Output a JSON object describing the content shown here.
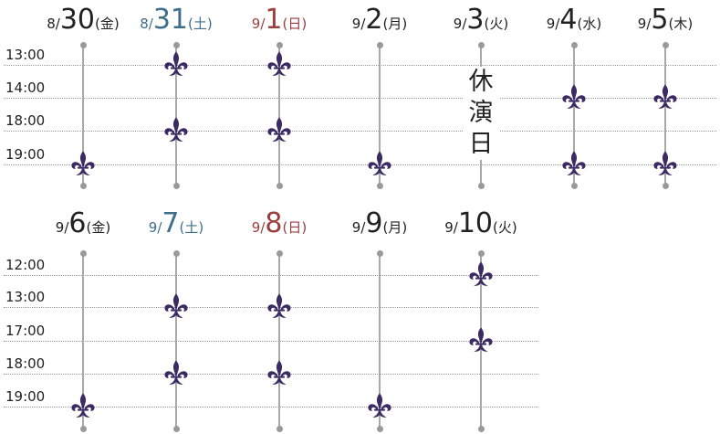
{
  "weeks": [
    {
      "times": [
        "13:00",
        "14:00",
        "18:00",
        "19:00"
      ],
      "days": [
        {
          "month": "8/",
          "day": "30",
          "weekday": "(金)",
          "tone": "weekday",
          "slots": [
            false,
            false,
            false,
            true
          ]
        },
        {
          "month": "8/",
          "day": "31",
          "weekday": "(土)",
          "tone": "saturday",
          "slots": [
            true,
            false,
            true,
            false
          ]
        },
        {
          "month": "9/",
          "day": "1",
          "weekday": "(日)",
          "tone": "sunday",
          "slots": [
            true,
            false,
            true,
            false
          ]
        },
        {
          "month": "9/",
          "day": "2",
          "weekday": "(月)",
          "tone": "weekday",
          "slots": [
            false,
            false,
            false,
            true
          ]
        },
        {
          "month": "9/",
          "day": "3",
          "weekday": "(火)",
          "tone": "weekday",
          "slots": [
            false,
            false,
            false,
            false
          ],
          "closed_label": [
            "休",
            "演",
            "日"
          ]
        },
        {
          "month": "9/",
          "day": "4",
          "weekday": "(水)",
          "tone": "weekday",
          "slots": [
            false,
            true,
            false,
            true
          ]
        },
        {
          "month": "9/",
          "day": "5",
          "weekday": "(木)",
          "tone": "weekday",
          "slots": [
            false,
            true,
            false,
            true
          ]
        }
      ]
    },
    {
      "times": [
        "12:00",
        "13:00",
        "17:00",
        "18:00",
        "19:00"
      ],
      "days": [
        {
          "month": "9/",
          "day": "6",
          "weekday": "(金)",
          "tone": "weekday",
          "slots": [
            false,
            false,
            false,
            false,
            true
          ]
        },
        {
          "month": "9/",
          "day": "7",
          "weekday": "(土)",
          "tone": "saturday",
          "slots": [
            false,
            true,
            false,
            true,
            false
          ]
        },
        {
          "month": "9/",
          "day": "8",
          "weekday": "(日)",
          "tone": "sunday",
          "slots": [
            false,
            true,
            false,
            true,
            false
          ]
        },
        {
          "month": "9/",
          "day": "9",
          "weekday": "(月)",
          "tone": "weekday",
          "slots": [
            false,
            false,
            false,
            false,
            true
          ]
        },
        {
          "month": "9/",
          "day": "10",
          "weekday": "(火)",
          "tone": "weekday",
          "slots": [
            true,
            false,
            true,
            false,
            false
          ]
        }
      ]
    }
  ],
  "colors": {
    "performance_mark": "#3b2a63",
    "saturday": "#3f6e8a",
    "sunday": "#9a3e3e",
    "timeline": "#a9a9a9"
  },
  "icons": {
    "performance_mark": "fleur-de-lis-icon"
  }
}
